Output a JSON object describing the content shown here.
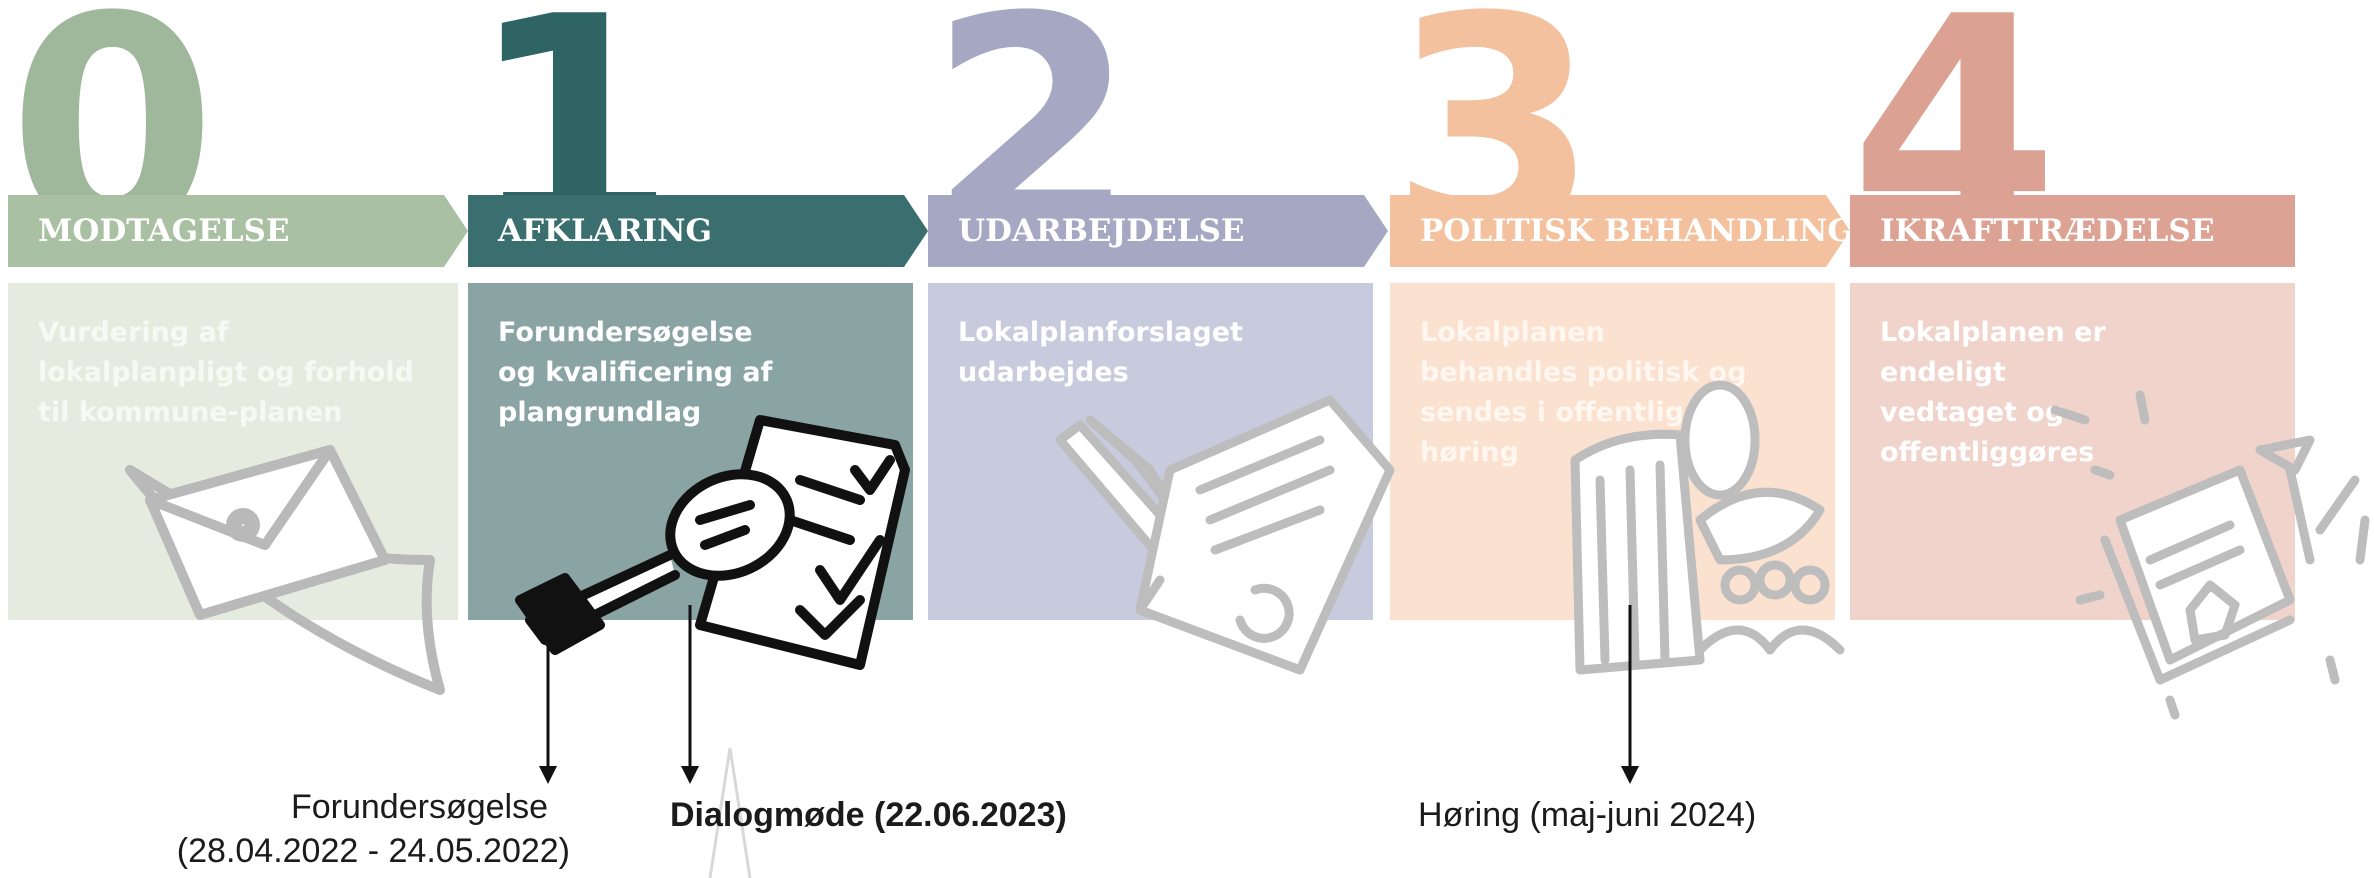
{
  "stages": [
    {
      "number": "0",
      "title": "MODTAGELSE",
      "description": "Vurdering af lokalplanpligt og forhold til kommune-planen"
    },
    {
      "number": "1",
      "title": "AFKLARING",
      "description": "Forundersøgelse og kvalificering af plangrundlag"
    },
    {
      "number": "2",
      "title": "UDARBEJDELSE",
      "description": "Lokalplanforslaget udarbejdes"
    },
    {
      "number": "3",
      "title": "POLITISK BEHANDLING",
      "description": "Lokalplanen behandles politisk og sendes i offentlig høring"
    },
    {
      "number": "4",
      "title": "IKRAFTTRÆDELSE",
      "description": "Lokalplanen er endeligt vedtaget og offentliggøres"
    }
  ],
  "annotations": {
    "forundersogelse": {
      "line1": "Forundersøgelse",
      "line2": "(28.04.2022 - 24.05.2022)"
    },
    "dialogmode": "Dialogmøde (22.06.2023)",
    "horing": "Høring (maj-juni 2024)"
  },
  "colors": {
    "stage0": "#a9c0a3",
    "stage1": "#3b6e6f",
    "stage2": "#a6a8c3",
    "stage3": "#f3c19e",
    "stage4": "#dca394"
  }
}
